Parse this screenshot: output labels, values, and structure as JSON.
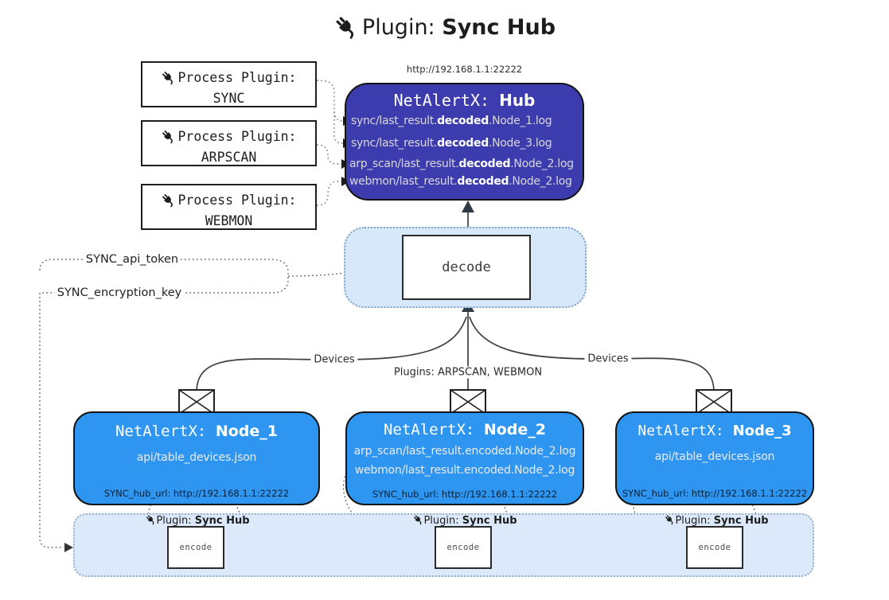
{
  "title": {
    "prefix": "Plugin:",
    "name": "Sync Hub"
  },
  "hub": {
    "url": "http://192.168.1.1:22222",
    "title_prefix": "NetAlertX:",
    "title_name": "Hub",
    "logs": [
      {
        "pre": "sync/last_result.",
        "bold": "decoded",
        "post": ".Node_1.log"
      },
      {
        "pre": "sync/last_result.",
        "bold": "decoded",
        "post": ".Node_3.log"
      },
      {
        "pre": "arp_scan/last_result.",
        "bold": "decoded",
        "post": ".Node_2.log"
      },
      {
        "pre": "webmon/last_result.",
        "bold": "decoded",
        "post": ".Node_2.log"
      }
    ]
  },
  "process_plugins": [
    {
      "label": "Process Plugin:",
      "name": "SYNC"
    },
    {
      "label": "Process Plugin:",
      "name": "ARPSCAN"
    },
    {
      "label": "Process Plugin:",
      "name": "WEBMON"
    }
  ],
  "decode": {
    "label": "decode"
  },
  "settings": {
    "api_token": "SYNC_api_token",
    "encryption_key": "SYNC_encryption_key"
  },
  "edge_labels": {
    "devices_left": "Devices",
    "plugins_mid": "Plugins: ARPSCAN, WEBMON",
    "devices_right": "Devices"
  },
  "nodes": [
    {
      "title_prefix": "NetAlertX:",
      "title_name": "Node_1",
      "lines": [
        "api/table_devices.json"
      ],
      "hub_url": "SYNC_hub_url: http://192.168.1.1:22222"
    },
    {
      "title_prefix": "NetAlertX:",
      "title_name": "Node_2",
      "lines": [
        "arp_scan/last_result.encoded.Node_2.log",
        "webmon/last_result.encoded.Node_2.log"
      ],
      "hub_url": "SYNC_hub_url: http://192.168.1.1:22222"
    },
    {
      "title_prefix": "NetAlertX:",
      "title_name": "Node_3",
      "lines": [
        "api/table_devices.json"
      ],
      "hub_url": "SYNC_hub_url: http://192.168.1.1:22222"
    }
  ],
  "encoders": [
    {
      "label_prefix": "Plugin:",
      "label_name": "Sync Hub",
      "box_label": "encode"
    },
    {
      "label_prefix": "Plugin:",
      "label_name": "Sync Hub",
      "box_label": "encode"
    },
    {
      "label_prefix": "Plugin:",
      "label_name": "Sync Hub",
      "box_label": "encode"
    }
  ],
  "colors": {
    "hub_fill": "#3c3caf",
    "node_fill": "#2e96f0",
    "band_fill": "#dbe9fb",
    "decode_area_fill": "#d7e8fa"
  }
}
